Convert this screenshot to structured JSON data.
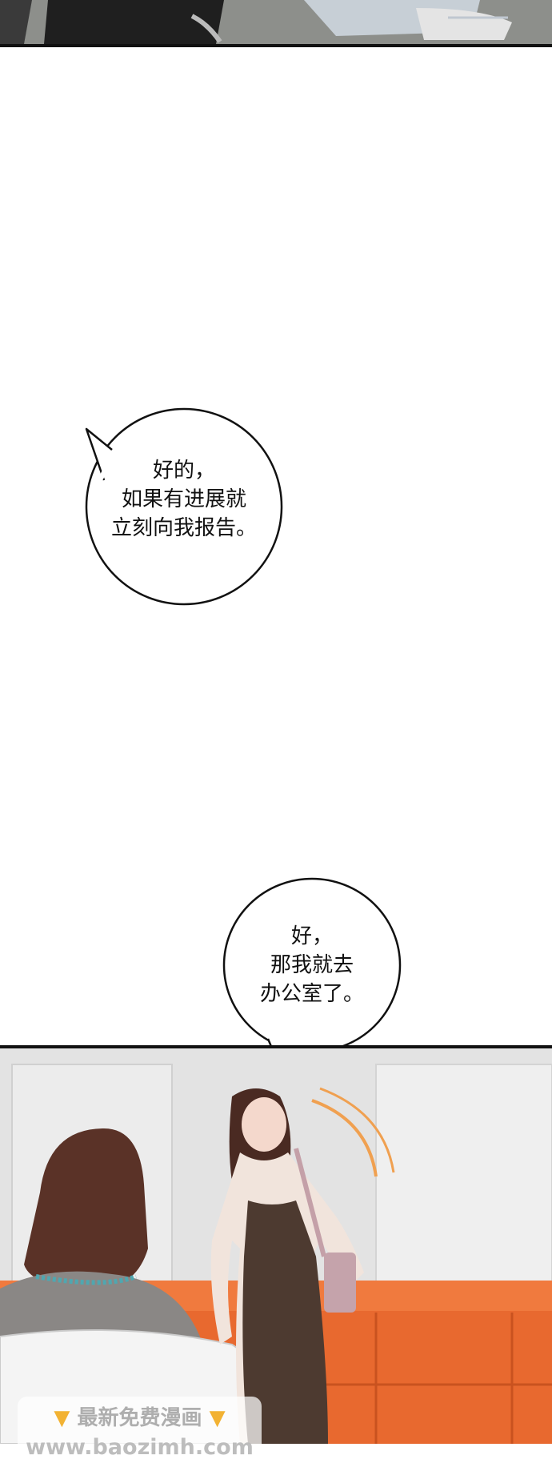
{
  "bubbles": [
    {
      "lines": [
        "好的，",
        "如果有进展就",
        "立刻向我报告。"
      ]
    },
    {
      "lines": [
        "好，",
        "那我就去",
        "办公室了。"
      ]
    }
  ],
  "watermark": {
    "title": "最新免费漫画",
    "url": "www.baozimh.com",
    "left_icon": "pointing-down-hand-icon",
    "right_icon": "pointing-down-hand-icon"
  },
  "colors": {
    "sofa": "#e8692f",
    "dress": "#4d3a30",
    "hair": "#4a2a22",
    "motion_lines": "#f0a050"
  }
}
